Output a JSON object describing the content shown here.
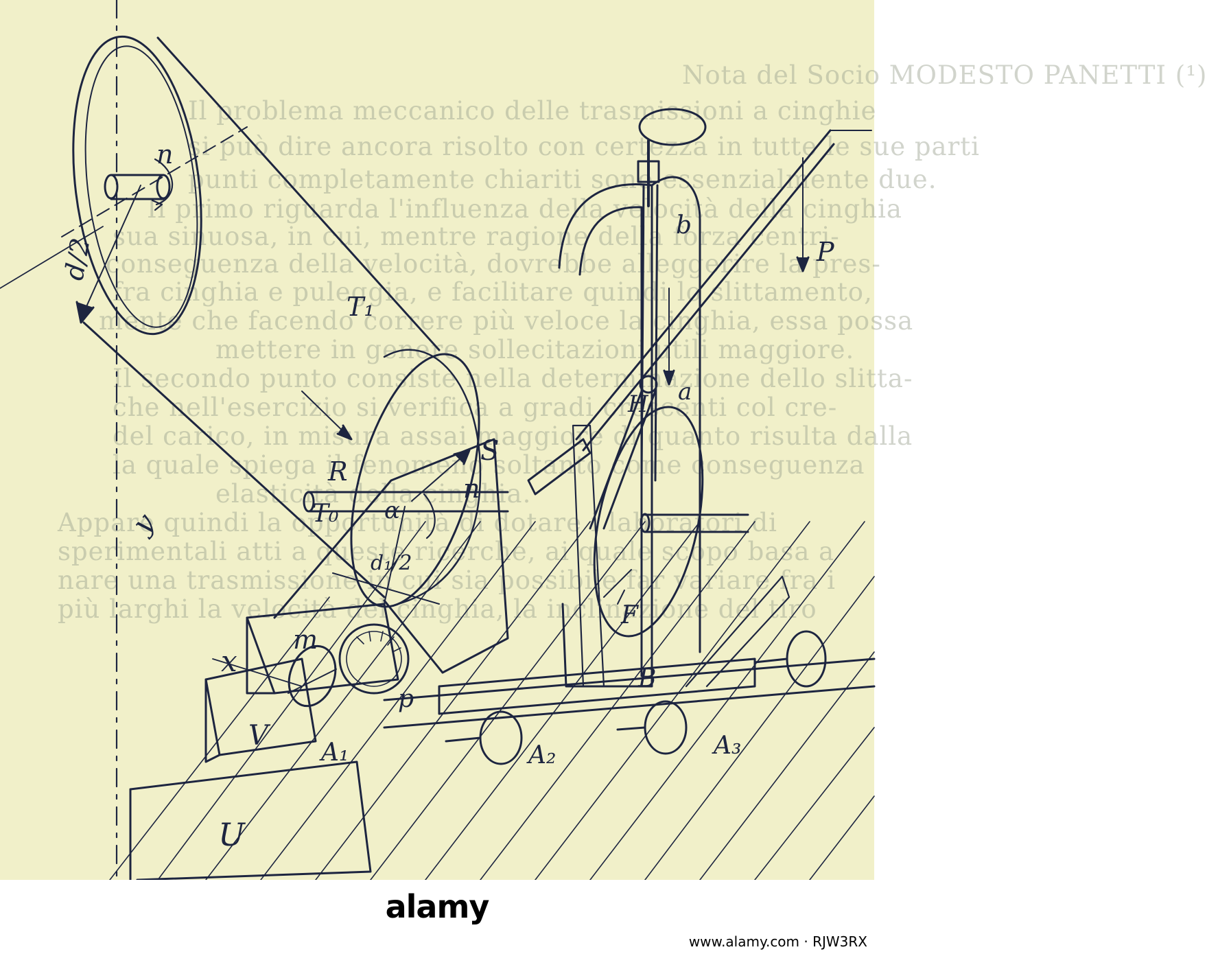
{
  "background_text": [
    "Nota del Socio MODESTO PANETTI (¹)",
    "Il problema meccanico delle trasmissioni a cinghie",
    "si può dire ancora risolto con certezza in tutte le sue parti",
    "punti completamente chiariti sono essenzialmente due.",
    "Il primo riguarda l'influenza della velocità della cinghia",
    "sua sinuosa, in cui, mentre ragione della forza centri-",
    "conseguenza della velocità, dovrebbe alleggerire la pres-",
    "fra cinghia e puleggia, e facilitare quindi lo slittamento,",
    "mente che facendo correre più veloce la cinghia, essa possa",
    "mettere in genere sollecitazioni utili maggiore.",
    "Il secondo punto consiste nella determinazione dello slitta-",
    "che nell'esercizio si verifica a gradi crescenti col cre-",
    "del carico, in misura assai maggiore di quanto risulta dalla",
    "la quale spiega il fenomeno soltanto come conseguenza",
    "elasticità della cinghia.",
    "Appare quindi la opportunità di dotare i laboratori di",
    "sperimentali atti a queste ricerche, ai quale scopo basa a",
    "nare una trasmissione in cui sia possibile far variare fra i",
    "più larghi la velocità del cinghia, la inclinazione del tiro"
  ],
  "labels": {
    "n_upper": "n",
    "d2_upper": "d/2",
    "T1": "T₁",
    "b": "b",
    "P": "P",
    "H": "H",
    "a": "a",
    "R": "R",
    "S": "S",
    "T0": "T₀",
    "n_lower": "n",
    "alpha": "α",
    "d1_2": "d₁/2",
    "y": "y",
    "F": "F",
    "x": "x",
    "m": "m",
    "p": "p",
    "B": "B",
    "V": "V",
    "A1": "A₁",
    "A2": "A₂",
    "A3": "A₃",
    "U": "U"
  },
  "footer": {
    "logo": "alamy",
    "url": "www.alamy.com · RJW3RX"
  },
  "colors": {
    "paper": "#f1f0c9",
    "ink": "#1d2540",
    "ghost_text": "#9aa18f"
  }
}
